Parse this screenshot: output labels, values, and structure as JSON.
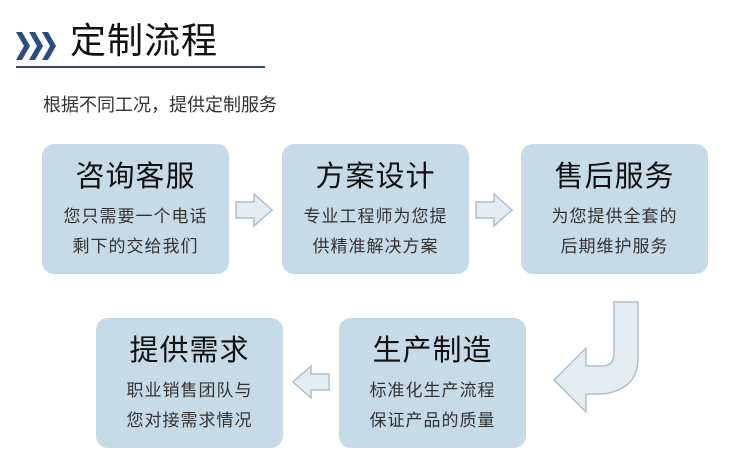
{
  "header": {
    "title": "定制流程",
    "subtitle": "根据不同工况，提供定制服务",
    "icon": "triple-chevron-icon",
    "accent_color": "#2c4c80"
  },
  "steps": [
    {
      "title": "咨询客服",
      "lines": [
        "您只需要一个电话",
        "剩下的交给我们"
      ]
    },
    {
      "title": "方案设计",
      "lines": [
        "专业工程师为您提",
        "供精准解决方案"
      ]
    },
    {
      "title": "售后服务",
      "lines": [
        "为您提供全套的",
        "后期维护服务"
      ]
    },
    {
      "title": "生产制造",
      "lines": [
        "标准化生产流程",
        "保证产品的质量"
      ]
    },
    {
      "title": "提供需求",
      "lines": [
        "职业销售团队与",
        "您对接需求情况"
      ]
    }
  ],
  "colors": {
    "card": "#c6dbe7",
    "arrow": "#e6edf2"
  }
}
